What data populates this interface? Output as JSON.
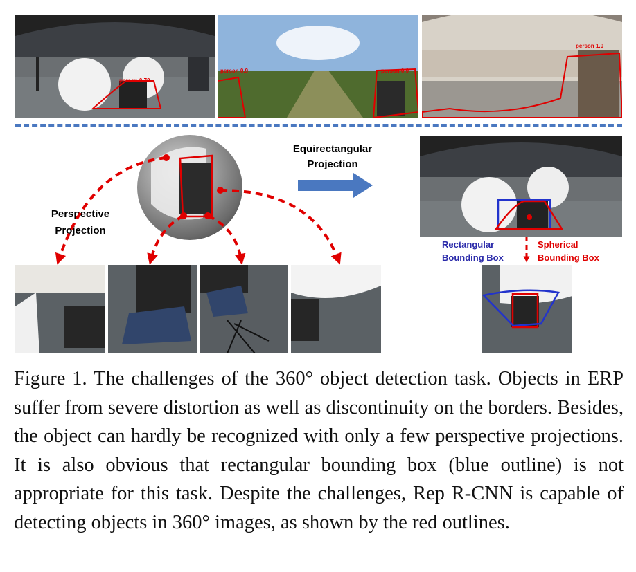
{
  "panorama_labels": {
    "pano1_det": "person 0.72",
    "pano2_det_left": "person 0.9",
    "pano2_det_right": "person 0.9",
    "pano3_det": "person 1.0"
  },
  "diagram": {
    "erp_arrow_label_line1": "Equirectangular",
    "erp_arrow_label_line2": "Projection",
    "persp_label_line1": "Perspective",
    "persp_label_line2": "Projection",
    "rect_box_line1": "Rectangular",
    "rect_box_line2": "Bounding Box",
    "sph_box_line1": "Spherical",
    "sph_box_line2": "Bounding Box"
  },
  "colors": {
    "red": "#e00000",
    "blue": "#2233cc",
    "arrow_blue": "#4a78c0",
    "label_blue": "#2a2aaa"
  },
  "caption": "Figure 1. The challenges of the 360° object detection task. Objects in ERP suffer from severe distortion as well as discontinuity on the borders. Besides, the object can hardly be recognized with only a few perspective projections. It is also obvious that rectangular bounding box (blue outline) is not appropriate for this task. Despite the challenges, Rep R-CNN is capable of detecting objects in 360° images, as shown by the red outlines."
}
